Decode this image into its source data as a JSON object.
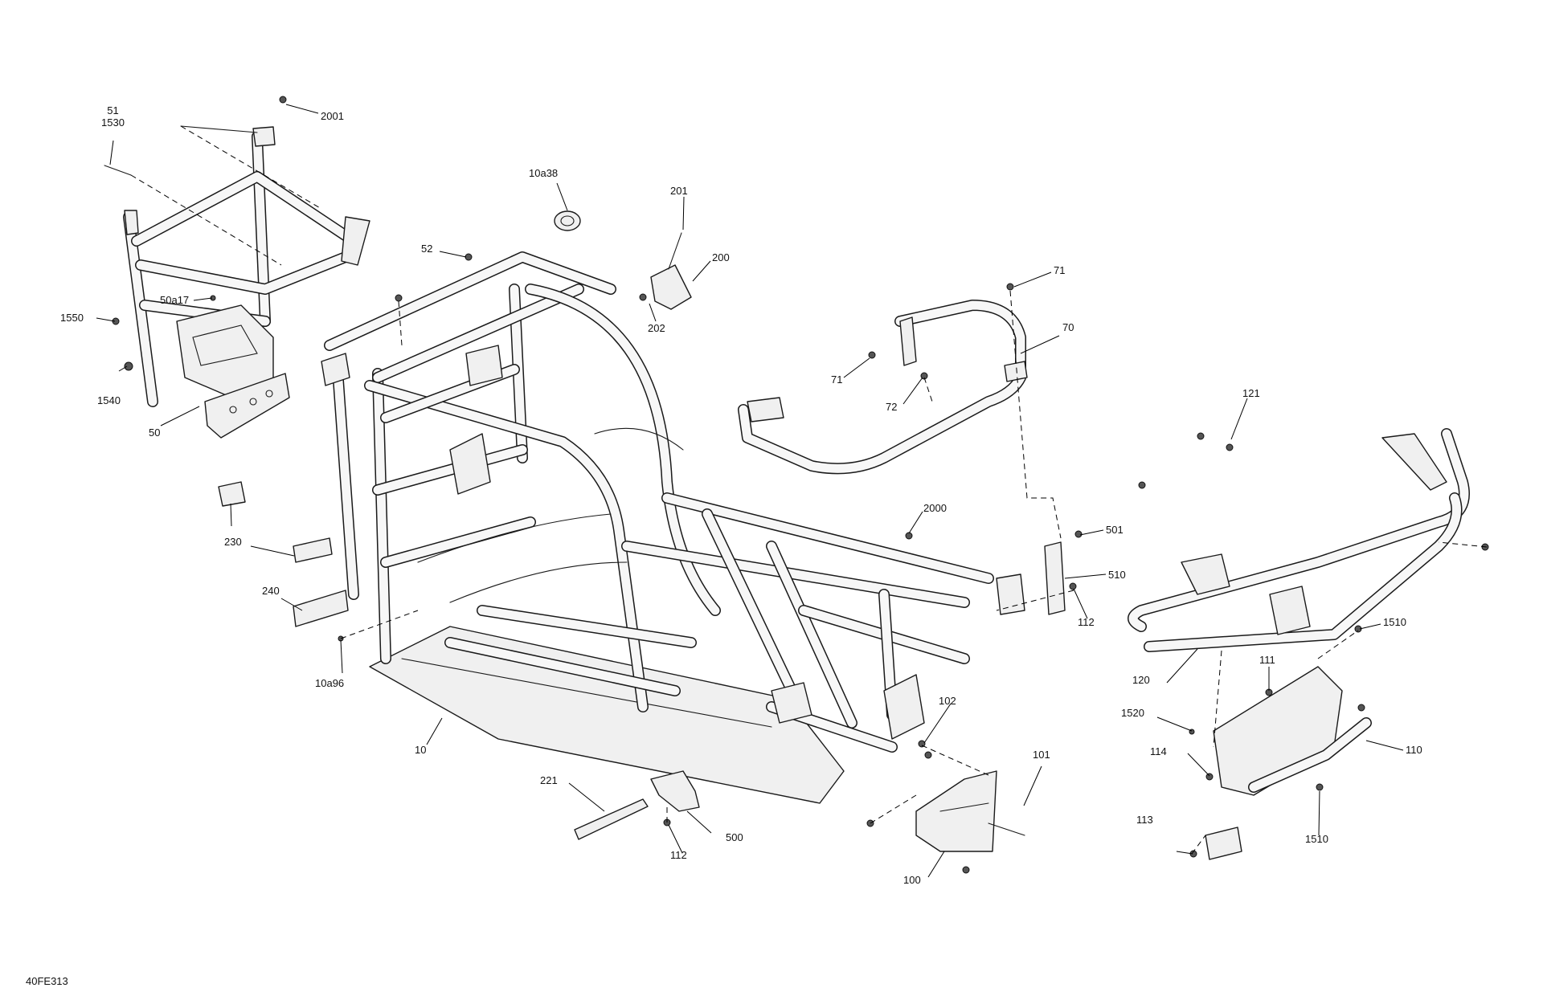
{
  "figure_code": "40FE313",
  "callouts": {
    "c51": "51",
    "c1530": "1530",
    "c2001": "2001",
    "c10a38": "10a38",
    "c201": "201",
    "c200": "200",
    "c202": "202",
    "c52": "52",
    "c50a17": "50a17",
    "c1550": "1550",
    "c1540": "1540",
    "c50": "50",
    "c71a": "71",
    "c70": "70",
    "c71b": "71",
    "c72": "72",
    "c121": "121",
    "c230": "230",
    "c240": "240",
    "c10a96": "10a96",
    "c2000": "2000",
    "c501": "501",
    "c510": "510",
    "c112a": "112",
    "c1510a": "1510",
    "c120": "120",
    "c111": "111",
    "c1520": "1520",
    "c110": "110",
    "c10": "10",
    "c102": "102",
    "c114": "114",
    "c101": "101",
    "c221": "221",
    "c500": "500",
    "c112b": "112",
    "c100": "100",
    "c113": "113",
    "c1510b": "1510"
  }
}
